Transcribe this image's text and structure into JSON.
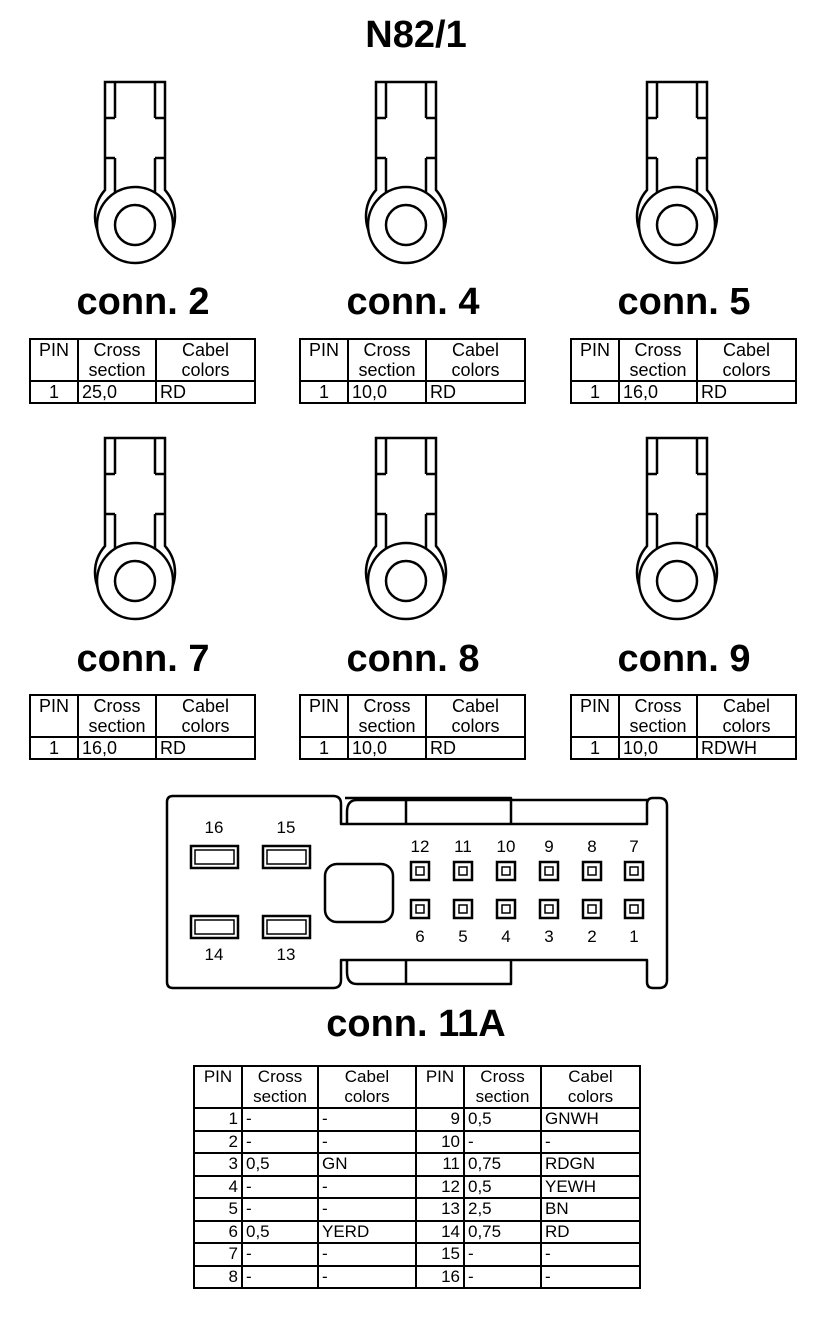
{
  "title": "N82/1",
  "headers": {
    "pin": "PIN",
    "cross1": "Cross",
    "cross2": "section",
    "cabel1": "Cabel",
    "cabel2": "colors"
  },
  "connectors": [
    {
      "label": "conn. 2",
      "pin": "1",
      "cross": "25,0",
      "color": "RD"
    },
    {
      "label": "conn. 4",
      "pin": "1",
      "cross": "10,0",
      "color": "RD"
    },
    {
      "label": "conn. 5",
      "pin": "1",
      "cross": "16,0",
      "color": "RD"
    },
    {
      "label": "conn. 7",
      "pin": "1",
      "cross": "16,0",
      "color": "RD"
    },
    {
      "label": "conn. 8",
      "pin": "1",
      "cross": "10,0",
      "color": "RD"
    },
    {
      "label": "conn. 9",
      "pin": "1",
      "cross": "10,0",
      "color": "RDWH"
    }
  ],
  "plug": {
    "label": "conn. 11A",
    "large_pins": [
      "16",
      "15",
      "14",
      "13"
    ],
    "top_row": [
      "12",
      "11",
      "10",
      "9",
      "8",
      "7"
    ],
    "bottom_row": [
      "6",
      "5",
      "4",
      "3",
      "2",
      "1"
    ]
  },
  "conn11a_rows": [
    {
      "pin_a": "1",
      "cross_a": "-",
      "color_a": "-",
      "pin_b": "9",
      "cross_b": "0,5",
      "color_b": "GNWH"
    },
    {
      "pin_a": "2",
      "cross_a": "-",
      "color_a": "-",
      "pin_b": "10",
      "cross_b": "-",
      "color_b": "-"
    },
    {
      "pin_a": "3",
      "cross_a": "0,5",
      "color_a": "GN",
      "pin_b": "11",
      "cross_b": "0,75",
      "color_b": "RDGN"
    },
    {
      "pin_a": "4",
      "cross_a": "-",
      "color_a": "-",
      "pin_b": "12",
      "cross_b": "0,5",
      "color_b": "YEWH"
    },
    {
      "pin_a": "5",
      "cross_a": "-",
      "color_a": "-",
      "pin_b": "13",
      "cross_b": "2,5",
      "color_b": "BN"
    },
    {
      "pin_a": "6",
      "cross_a": "0,5",
      "color_a": "YERD",
      "pin_b": "14",
      "cross_b": "0,75",
      "color_b": "RD"
    },
    {
      "pin_a": "7",
      "cross_a": "-",
      "color_a": "-",
      "pin_b": "15",
      "cross_b": "-",
      "color_b": "-"
    },
    {
      "pin_a": "8",
      "cross_a": "-",
      "color_a": "-",
      "pin_b": "16",
      "cross_b": "-",
      "color_b": "-"
    }
  ]
}
